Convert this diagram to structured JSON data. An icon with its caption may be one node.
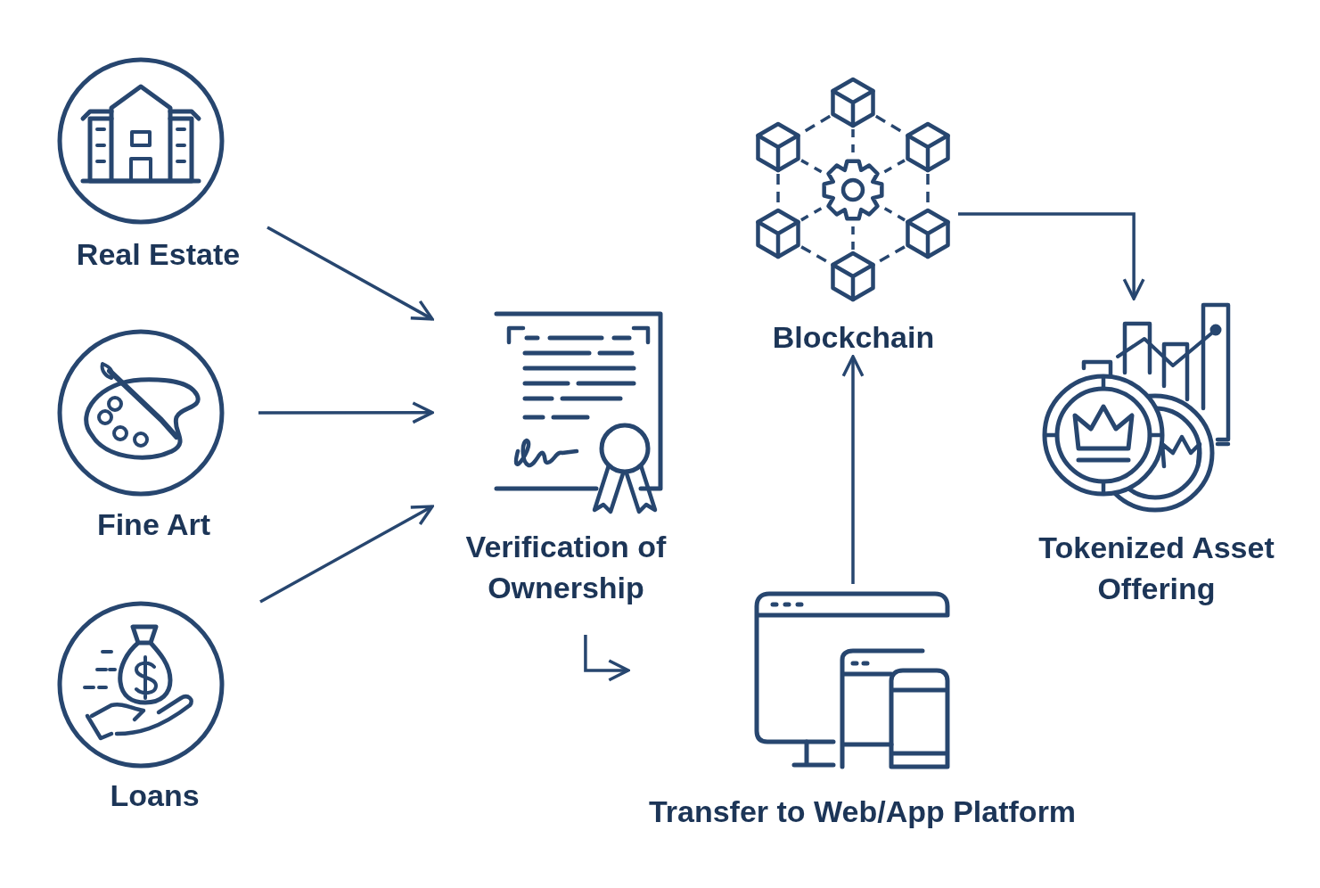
{
  "diagram": {
    "nodes": [
      {
        "text": [
          "Real Estate"
        ]
      },
      {
        "text": [
          "Fine Art"
        ]
      },
      {
        "text": [
          "Loans"
        ]
      },
      {
        "text": [
          "Verification of Ownership"
        ]
      },
      {
        "text": [
          "Transfer to Web/App Platform"
        ]
      },
      {
        "text": [
          "Blockchain"
        ]
      },
      {
        "text": [
          "Tokenized Asset Offering"
        ]
      }
    ],
    "edges": [
      {
        "from": 0,
        "to": 3,
        "arrow": "to"
      },
      {
        "from": 1,
        "to": 3,
        "arrow": "to"
      },
      {
        "from": 2,
        "to": 3,
        "arrow": "to"
      },
      {
        "from": 3,
        "to": 4,
        "arrow": "to"
      },
      {
        "from": 4,
        "to": 5,
        "arrow": "to"
      },
      {
        "from": 5,
        "to": 6,
        "arrow": "to"
      }
    ]
  }
}
